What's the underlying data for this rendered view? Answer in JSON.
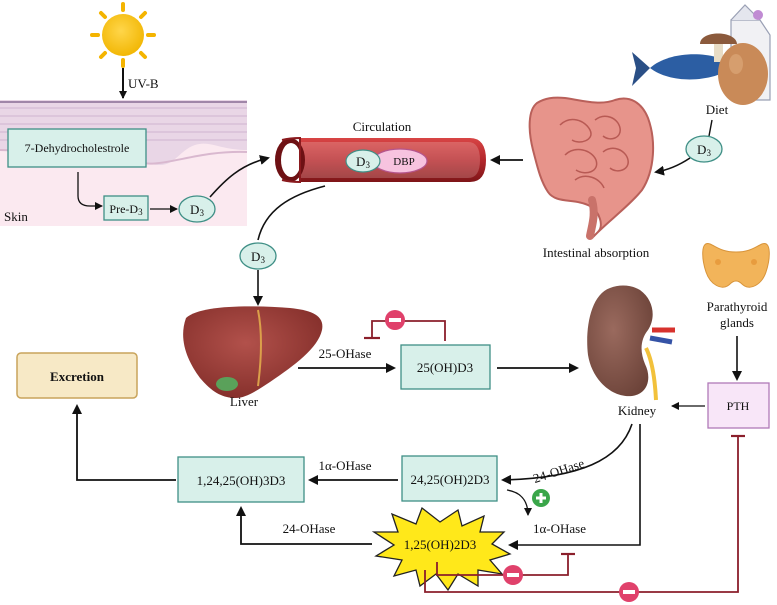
{
  "labels": {
    "uvb": "UV-B",
    "dehydro": "7-Dehydrocholestrole",
    "pre_d3_prefix": "Pre-",
    "d3_d": "D",
    "d3_sub": "3",
    "skin": "Skin",
    "circulation": "Circulation",
    "dbp": "DBP",
    "diet": "Diet",
    "intestinal": "Intestinal absorption",
    "liver": "Liver",
    "ohase25": "25-OHase",
    "oh25d3": "25(OH)D3",
    "kidney": "Kidney",
    "parathyroid_line1": "Parathyroid",
    "parathyroid_line2": "glands",
    "pth": "PTH",
    "excretion": "Excretion",
    "c124": "1,24,25(OH)3D3",
    "c2425": "24,25(OH)2D3",
    "c125": "1,25(OH)2D3",
    "alpha_ohase_top": "1α-OHase",
    "alpha_ohase_bottom": "1α-OHase",
    "ohase24_kidney": "24-OHase",
    "ohase24_bottom": "24-OHase"
  },
  "colors": {
    "box_fill": "#d8f0ea",
    "box_stroke": "#3f8f86",
    "excretion_fill": "#f7e9c6",
    "excretion_stroke": "#c9a45b",
    "pth_fill": "#f8e6f8",
    "pth_stroke": "#b07ab8",
    "inhibit": "#8b1f2b",
    "minus_badge": "#e0416b",
    "plus_badge": "#3aa64a",
    "burst_fill": "#ffe81a",
    "vessel": "#b3262b",
    "skin_bg": "#fbe7ef"
  },
  "icons": [
    "sun-icon",
    "skin-layers-icon",
    "blood-vessel-icon",
    "intestine-icon",
    "fish-icon",
    "mushroom-icon",
    "egg-icon",
    "milk-carton-icon",
    "liver-icon",
    "kidney-icon",
    "thyroid-icon"
  ]
}
